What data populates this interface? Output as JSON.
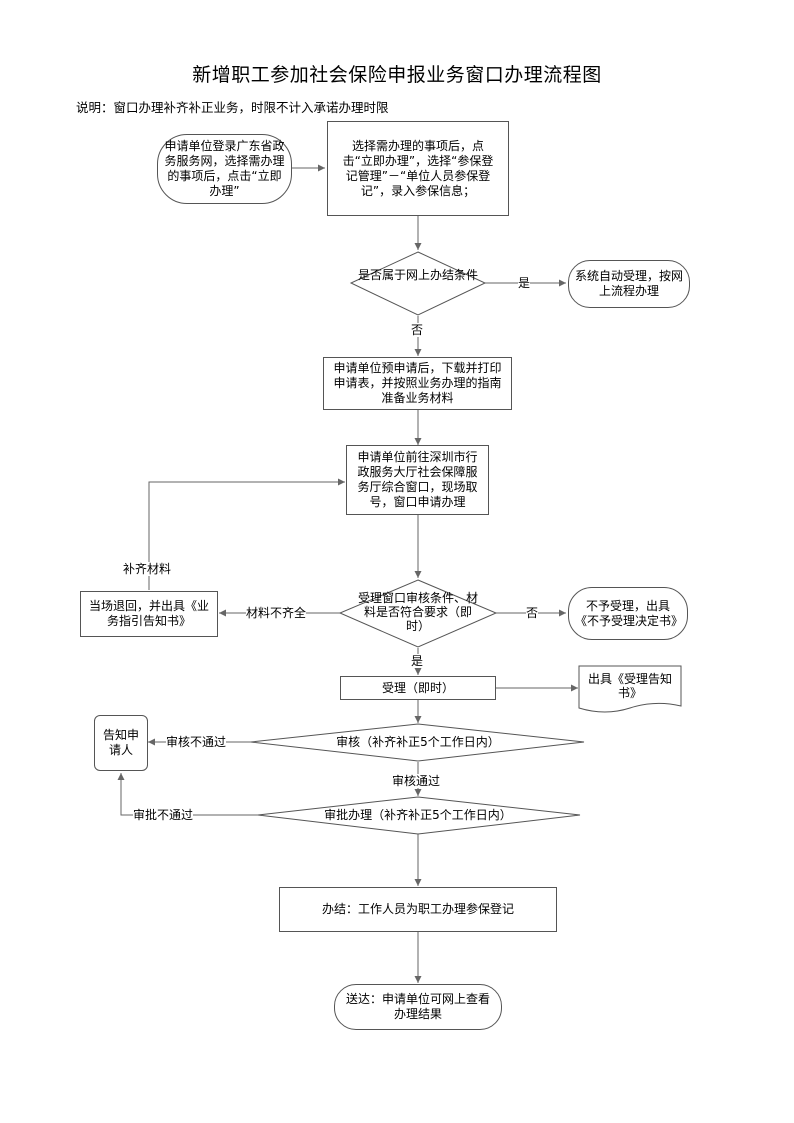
{
  "title": "新增职工参加社会保险申报业务窗口办理流程图",
  "note": "说明：窗口办理补齐补正业务，时限不计入承诺办理时限",
  "nodes": {
    "start": "申请单位登录广东省政务服务网，选择需办理的事项后，点击“立即办理”",
    "select": "选择需办理的事项后，点击“立即办理”，选择“参保登记管理”－“单位人员参保登记”，录入参保信息；",
    "decision_online": "是否属于网上办结条件",
    "auto_accept": "系统自动受理，按网上流程办理",
    "prepare": "申请单位预申请后，下载并打印申请表，并按照业务办理的指南准备业务材料",
    "window": "申请单位前往深圳市行政服务大厅社会保障服务厅综合窗口，现场取号，窗口申请办理",
    "decision_window": "受理窗口审核条件、材料是否符合要求（即时）",
    "return": "当场退回，并出具《业务指引告知书》",
    "reject": "不予受理，出具《不予受理决定书》",
    "accept": "受理（即时）",
    "notice": "出具《受理告知书》",
    "inform": "告知申请人",
    "review": "审核（补齐补正5个工作日内）",
    "approve": "审批办理（补齐补正5个工作日内）",
    "complete": "办结：工作人员为职工办理参保登记",
    "deliver": "送达：申请单位可网上查看办理结果"
  },
  "labels": {
    "yes1": "是",
    "no1": "否",
    "supplement": "补齐材料",
    "incomplete": "材料不齐全",
    "no2": "否",
    "yes2": "是",
    "review_fail": "审核不通过",
    "review_pass": "审核通过",
    "approve_fail": "审批不通过"
  }
}
